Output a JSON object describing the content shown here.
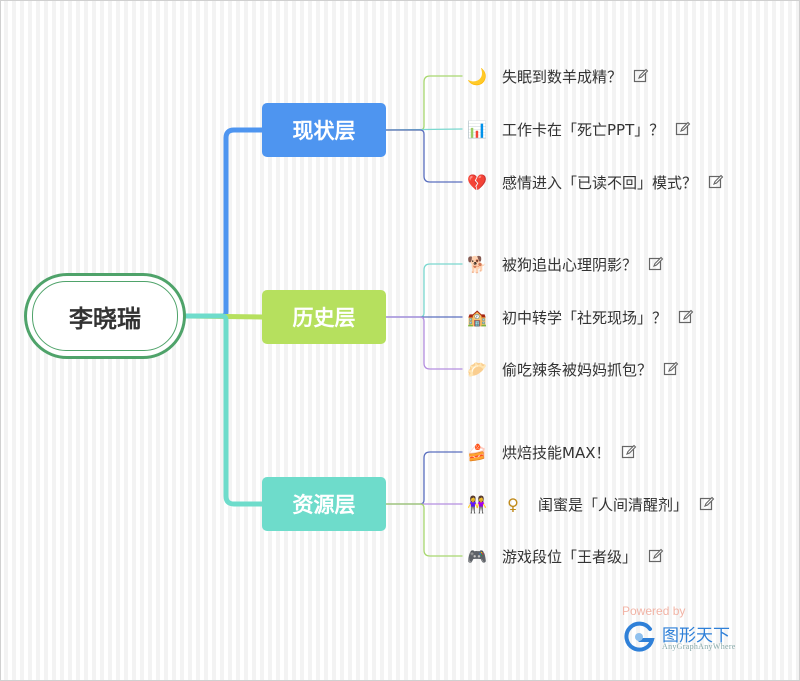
{
  "root": {
    "label": "李晓瑞",
    "color": "#4fa36a"
  },
  "branches": [
    {
      "label": "现状层",
      "color": "#4e95f0",
      "leaves": [
        {
          "icon": "crescent-moon-icon",
          "glyph": "🌙",
          "text": "失眠到数羊成精？",
          "line_color": "#a8d86f"
        },
        {
          "icon": "bar-chart-icon",
          "glyph": "📊",
          "text": "工作卡在「死亡PPT」？",
          "line_color": "#7ad8cf"
        },
        {
          "icon": "broken-heart-icon",
          "glyph": "💔",
          "text": "感情进入「已读不回」模式？",
          "line_color": "#5a6fbf"
        }
      ]
    },
    {
      "label": "历史层",
      "color": "#b6e05e",
      "leaves": [
        {
          "icon": "dog-icon",
          "glyph": "🐕",
          "text": "被狗追出心理阴影？",
          "line_color": "#7ad8cf"
        },
        {
          "icon": "school-icon",
          "glyph": "🏫",
          "text": "初中转学「社死现场」？",
          "line_color": "#5a6fbf"
        },
        {
          "icon": "bread-icon",
          "glyph": "🥟",
          "text": "偷吃辣条被妈妈抓包？",
          "line_color": "#b48ee0"
        }
      ]
    },
    {
      "label": "资源层",
      "color": "#6edccb",
      "leaves": [
        {
          "icon": "cake-icon",
          "glyph": "🍰",
          "text": "烘焙技能MAX！",
          "line_color": "#5a6fbf"
        },
        {
          "icon": "friends-icon",
          "glyph": "👭",
          "extra_icon": "female-sign-icon",
          "extra_glyph": "♀",
          "text": "闺蜜是「人间清醒剂」",
          "line_color": "#b48ee0"
        },
        {
          "icon": "game-controller-icon",
          "glyph": "🎮",
          "text": "游戏段位「王者级」",
          "line_color": "#a8d86f"
        }
      ]
    }
  ],
  "watermark": {
    "powered": "Powered by",
    "brand": "图形天下",
    "sub": "AnyGraphAnyWhere"
  }
}
